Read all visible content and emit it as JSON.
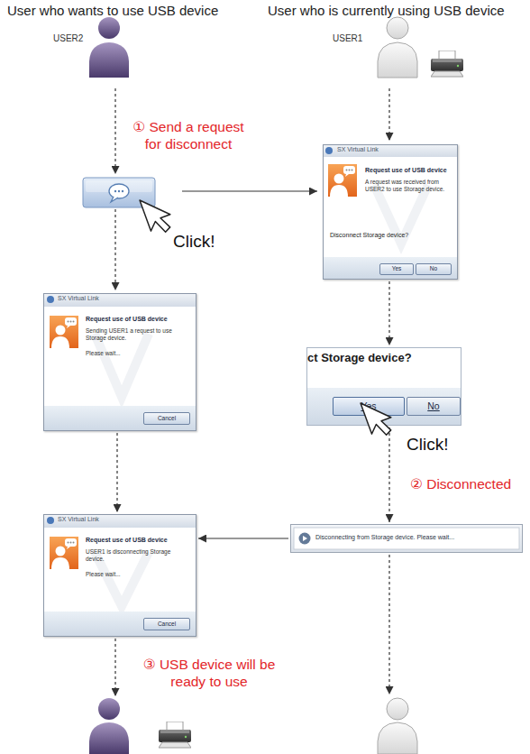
{
  "diagram": {
    "nodes": [
      {
        "text": [
          "SX Virtual Link",
          "Request use of USB device",
          "A request was received from USER2 to use Storage device.",
          "Disconnect Storage device?"
        ]
      },
      {
        "text": [
          "Yes"
        ],
        "in": 0
      },
      {
        "text": [
          "No"
        ],
        "in": 0
      },
      {
        "text": [
          "SX Virtual Link",
          "Request use of USB device",
          "Sending USER1 a request to use Storage device.",
          "Please wait..."
        ]
      },
      {
        "text": [
          "Cancel"
        ],
        "in": 3
      },
      {
        "text": [
          "ct Storage device?"
        ]
      },
      {
        "text": [
          "Yes"
        ],
        "in": 5
      },
      {
        "text": [
          "No"
        ],
        "in": 5
      },
      {
        "text": [
          "SX Virtual Link",
          "Request use of USB device",
          "USER1 is disconnecting Storage device.",
          "Please wait..."
        ]
      },
      {
        "text": [
          "Cancel"
        ],
        "in": 8
      },
      {
        "text": [
          "Disconnecting from Storage device. Please wait..."
        ]
      }
    ],
    "edges": [
      {
        "from": 3,
        "to": 8,
        "arrow": "to"
      },
      {
        "from": 0,
        "to": 5,
        "arrow": "to"
      },
      {
        "from": 5,
        "to": 10,
        "label": "② Disconnected",
        "arrow": "to"
      },
      {
        "from": 10,
        "to": 8,
        "arrow": "to"
      }
    ],
    "labels": [
      "User who wants to use USB device",
      "User who is currently using USB device",
      "USER2",
      "USER1",
      "① Send a request for disconnect",
      "Click!",
      "Click!",
      "③ USB device will be ready to use"
    ]
  }
}
